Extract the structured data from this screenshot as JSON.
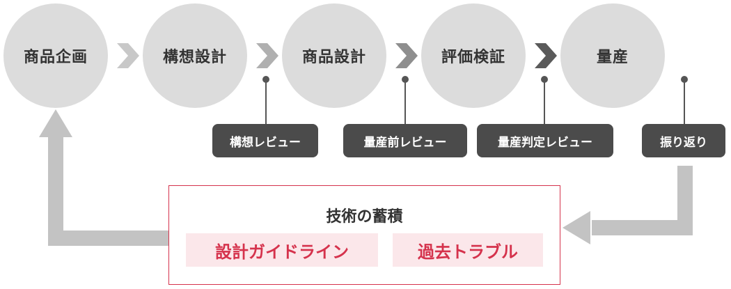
{
  "stages": [
    "商品企画",
    "構想設計",
    "商品設計",
    "評価検証",
    "量産"
  ],
  "reviews": [
    "構想レビュー",
    "量産前レビュー",
    "量産判定レビュー",
    "振り返り"
  ],
  "knowledge": {
    "title": "技術の蓄積",
    "items": [
      "設計ガイドライン",
      "過去トラブル"
    ]
  },
  "colors": {
    "circle": "#dcdcdc",
    "chevron_progression": [
      "#c8c8c8",
      "#b0b0b0",
      "#8e8e8e",
      "#5a5a5a"
    ],
    "tag": "#4b4b4b",
    "connector": "#555555",
    "accent": "#d5324c",
    "accent_light": "#fbe7ea",
    "return_arrow": "#c3c3c3"
  }
}
